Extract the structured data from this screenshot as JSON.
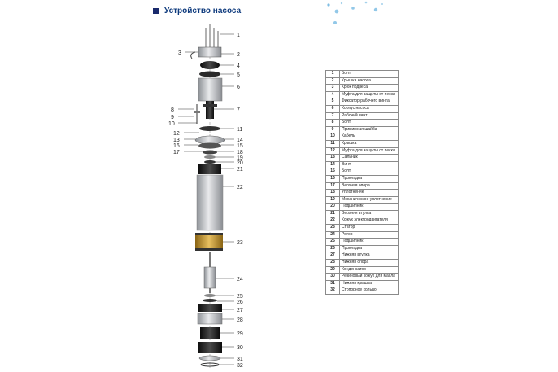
{
  "header": {
    "title": "Устройство насоса"
  },
  "callouts": [
    "1",
    "2",
    "3",
    "4",
    "5",
    "6",
    "7",
    "8",
    "9",
    "10",
    "11",
    "12",
    "13",
    "14",
    "15",
    "16",
    "17",
    "18",
    "19",
    "20",
    "21",
    "22",
    "23",
    "24",
    "25",
    "26",
    "27",
    "28",
    "29",
    "30",
    "31",
    "32"
  ],
  "parts_table": [
    {
      "num": "1",
      "name": "Болт"
    },
    {
      "num": "2",
      "name": "Крышка насоса"
    },
    {
      "num": "3",
      "name": "Крюк подвеса"
    },
    {
      "num": "4",
      "name": "Муфта для защиты от песка"
    },
    {
      "num": "5",
      "name": "Фиксатор рабочего винта"
    },
    {
      "num": "6",
      "name": "Корпус насоса"
    },
    {
      "num": "7",
      "name": "Рабочий винт"
    },
    {
      "num": "8",
      "name": "Болт"
    },
    {
      "num": "9",
      "name": "Прижимная шайба"
    },
    {
      "num": "10",
      "name": "Кабель"
    },
    {
      "num": "11",
      "name": "Крышка"
    },
    {
      "num": "12",
      "name": "Муфта для защиты от песка"
    },
    {
      "num": "13",
      "name": "Сальник"
    },
    {
      "num": "14",
      "name": "Винт"
    },
    {
      "num": "15",
      "name": "Болт"
    },
    {
      "num": "16",
      "name": "Прокладка"
    },
    {
      "num": "17",
      "name": "Верхняя опора"
    },
    {
      "num": "18",
      "name": "Уплотнение"
    },
    {
      "num": "19",
      "name": "Механическое уплотнение"
    },
    {
      "num": "20",
      "name": "Подшипник"
    },
    {
      "num": "21",
      "name": "Верхняя втулка"
    },
    {
      "num": "22",
      "name": "Кожух электродвигателя"
    },
    {
      "num": "23",
      "name": "Статор"
    },
    {
      "num": "24",
      "name": "Ротор"
    },
    {
      "num": "25",
      "name": "Подшипник"
    },
    {
      "num": "26",
      "name": "Прокладка"
    },
    {
      "num": "27",
      "name": "Нижняя втулка"
    },
    {
      "num": "28",
      "name": "Нижняя опора"
    },
    {
      "num": "29",
      "name": "Конденсатор"
    },
    {
      "num": "30",
      "name": "Резиновый кожух для масла"
    },
    {
      "num": "31",
      "name": "Нижняя крышка"
    },
    {
      "num": "32",
      "name": "Стопорное кольцо"
    }
  ],
  "colors": {
    "title": "#0e3a7d",
    "title_mark": "#1a2a6c",
    "metal": "#b9bcc0",
    "dark_part": "#1e1e1e",
    "stator": "#c89a2c",
    "water_drops": "#4aa3d8"
  }
}
